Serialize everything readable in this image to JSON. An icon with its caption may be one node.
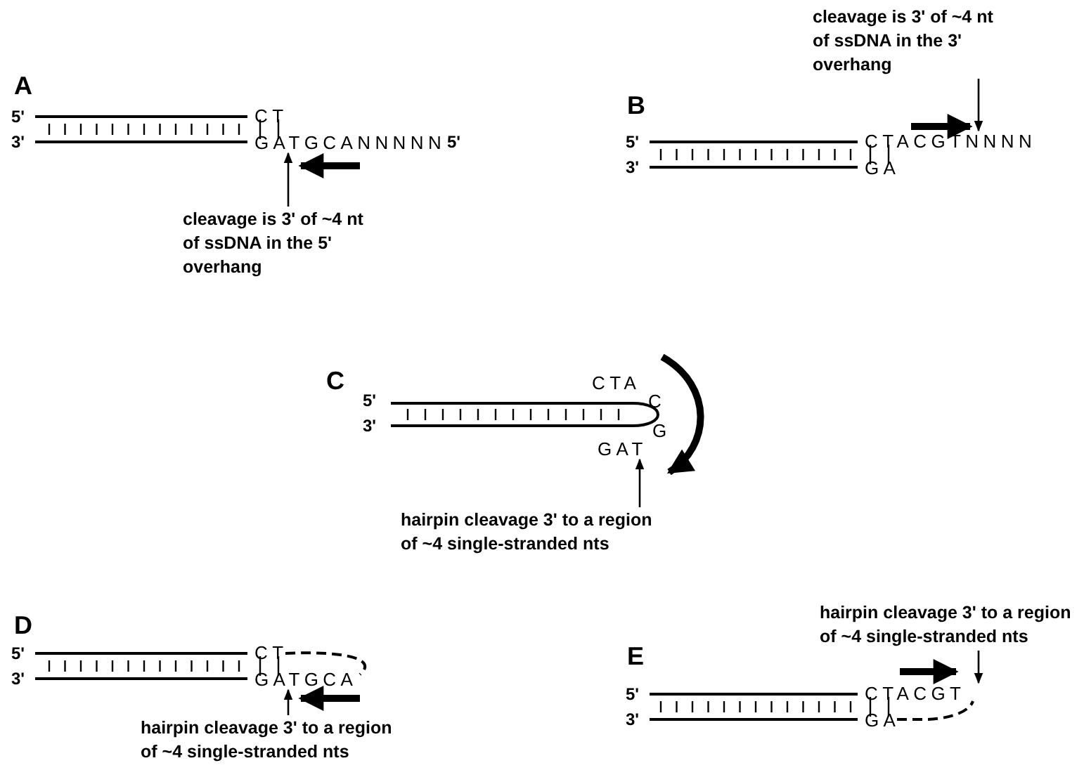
{
  "diagram": {
    "nodes": [
      {
        "text": [
          "cleavage is 3' of ~4 nt of ssDNA in the 5' overhang"
        ]
      },
      {
        "text": [
          "cleavage is 3' of ~4 nt of ssDNA in the 3' overhang"
        ]
      },
      {
        "text": [
          "hairpin cleavage 3' to a region of ~4 single-stranded nts"
        ]
      },
      {
        "text": [
          "hairpin cleavage 3' to a region of ~4 single-stranded nts"
        ]
      },
      {
        "text": [
          "hairpin cleavage 3' to a region of ~4 single-stranded nts"
        ]
      },
      {
        "text": [
          "GATGCANNNNN"
        ]
      },
      {
        "text": [
          "CTACGTNNNN"
        ]
      },
      {
        "text": [
          "GAT"
        ]
      },
      {
        "text": [
          "GATGCA"
        ]
      },
      {
        "text": [
          "CTACGT"
        ]
      }
    ],
    "edges": [
      {
        "from": 0,
        "to": 5,
        "arrow": "to"
      },
      {
        "from": 1,
        "to": 6,
        "arrow": "to"
      },
      {
        "from": 2,
        "to": 7,
        "arrow": "to"
      },
      {
        "from": 3,
        "to": 8,
        "arrow": "to"
      },
      {
        "from": 4,
        "to": 9,
        "arrow": "to"
      }
    ],
    "labels": [
      "A",
      "5'",
      "3'",
      "CT",
      "5'",
      "B",
      "5'",
      "3'",
      "GA",
      "C",
      "5'",
      "3'",
      "CTA",
      "C",
      "G",
      "D",
      "5'",
      "3'",
      "CT",
      "E",
      "5'",
      "3'",
      "GA"
    ]
  }
}
